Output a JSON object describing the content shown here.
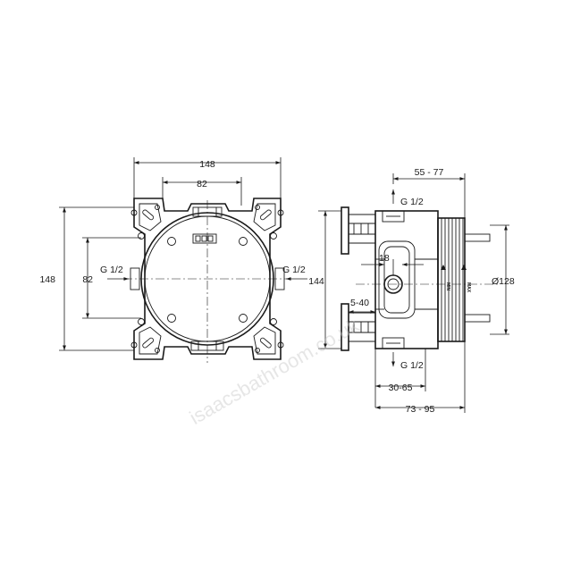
{
  "front_view": {
    "width_overall": "148",
    "width_inner": "82",
    "height_overall": "148",
    "height_inner": "82",
    "inlet_left": "G 1/2",
    "inlet_right": "G 1/2"
  },
  "side_view": {
    "depth_range": "55 - 77",
    "inlet_top": "G 1/2",
    "outlet_bottom": "G 1/2",
    "height_overall": "144",
    "center_offset": "18",
    "wall_range": "5-40",
    "diameter": "Ø128",
    "min_mark": "MIN",
    "max_mark": "MAX",
    "bottom_range_1": "30-65",
    "bottom_range_2": "73 - 95"
  },
  "watermark": "isaacsbathroom.co.uk"
}
